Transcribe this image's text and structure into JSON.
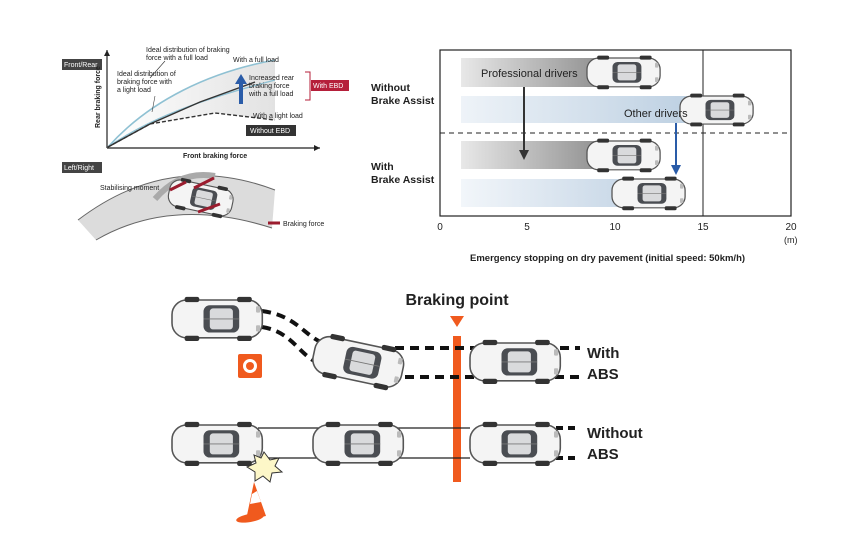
{
  "ebd": {
    "tag_front_rear": "Front/Rear",
    "y_axis": "Rear braking force",
    "x_axis": "Front braking force",
    "ideal_full_l1": "Ideal distribution of braking",
    "ideal_full_l2": "force with a full load",
    "ideal_light_l1": "Ideal distribution of",
    "ideal_light_l2": "braking force with",
    "ideal_light_l3": "a light load",
    "with_full_load": "With a full load",
    "increased_l1": "Increased rear",
    "increased_l2": "braking force",
    "increased_l3": "with a full load",
    "with_ebd": "With EBD",
    "with_light_load": "With a light load",
    "without_ebd": "Without EBD",
    "tag_left_right": "Left/Right",
    "stabilising": "Stabilising moment",
    "braking_force": "Braking force"
  },
  "brake_assist": {
    "without_l1": "Without",
    "without_l2": "Brake Assist",
    "with_l1": "With",
    "with_l2": "Brake Assist",
    "professional": "Professional drivers",
    "other": "Other drivers",
    "caption": "Emergency stopping on dry pavement (initial speed: 50km/h)",
    "unit": "(m)",
    "ticks": [
      "0",
      "5",
      "10",
      "15",
      "20"
    ]
  },
  "abs": {
    "braking_point": "Braking point",
    "with_l1": "With",
    "with_l2": "ABS",
    "without_l1": "Without",
    "without_l2": "ABS"
  }
}
